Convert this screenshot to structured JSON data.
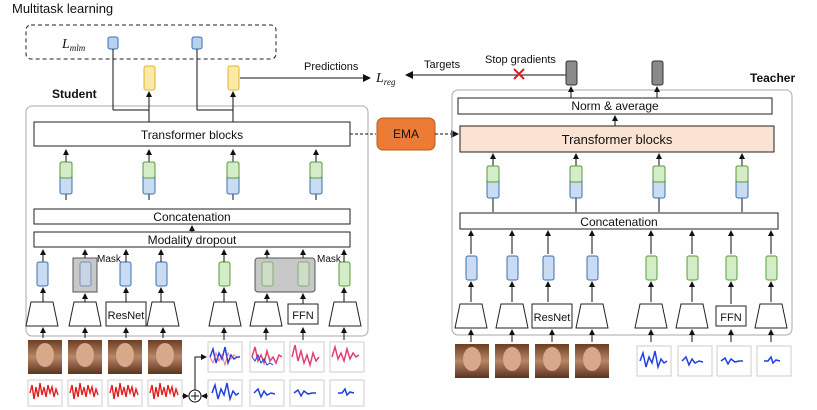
{
  "multitask": {
    "title": "Multitask learning",
    "loss_mlm_main": "L",
    "loss_mlm_sub": "mlm"
  },
  "student": {
    "label": "Student",
    "transformer": "Transformer blocks",
    "concat": "Concatenation",
    "dropout": "Modality dropout",
    "mask_left": "Mask",
    "mask_right": "Mask",
    "resnet": "ResNet",
    "ffn": "FFN"
  },
  "teacher": {
    "label": "Teacher",
    "norm": "Norm & average",
    "transformer": "Transformer blocks",
    "concat": "Concatenation",
    "resnet": "ResNet",
    "ffn": "FFN"
  },
  "ema": "EMA",
  "flow": {
    "predictions": "Predictions",
    "targets": "Targets",
    "stop_gradients": "Stop gradients",
    "loss_reg_main": "L",
    "loss_reg_sub": "reg"
  },
  "colors": {
    "blue_token": "#c9dcf3",
    "green_token": "#d5ecc8",
    "yellow_token": "#fbe9a8",
    "ema": "#ec7b35",
    "teacher_transformer": "#fbe3d3",
    "gray_token": "#8a8a8a",
    "signal_red": "#e02020",
    "signal_blue": "#2040e0"
  }
}
